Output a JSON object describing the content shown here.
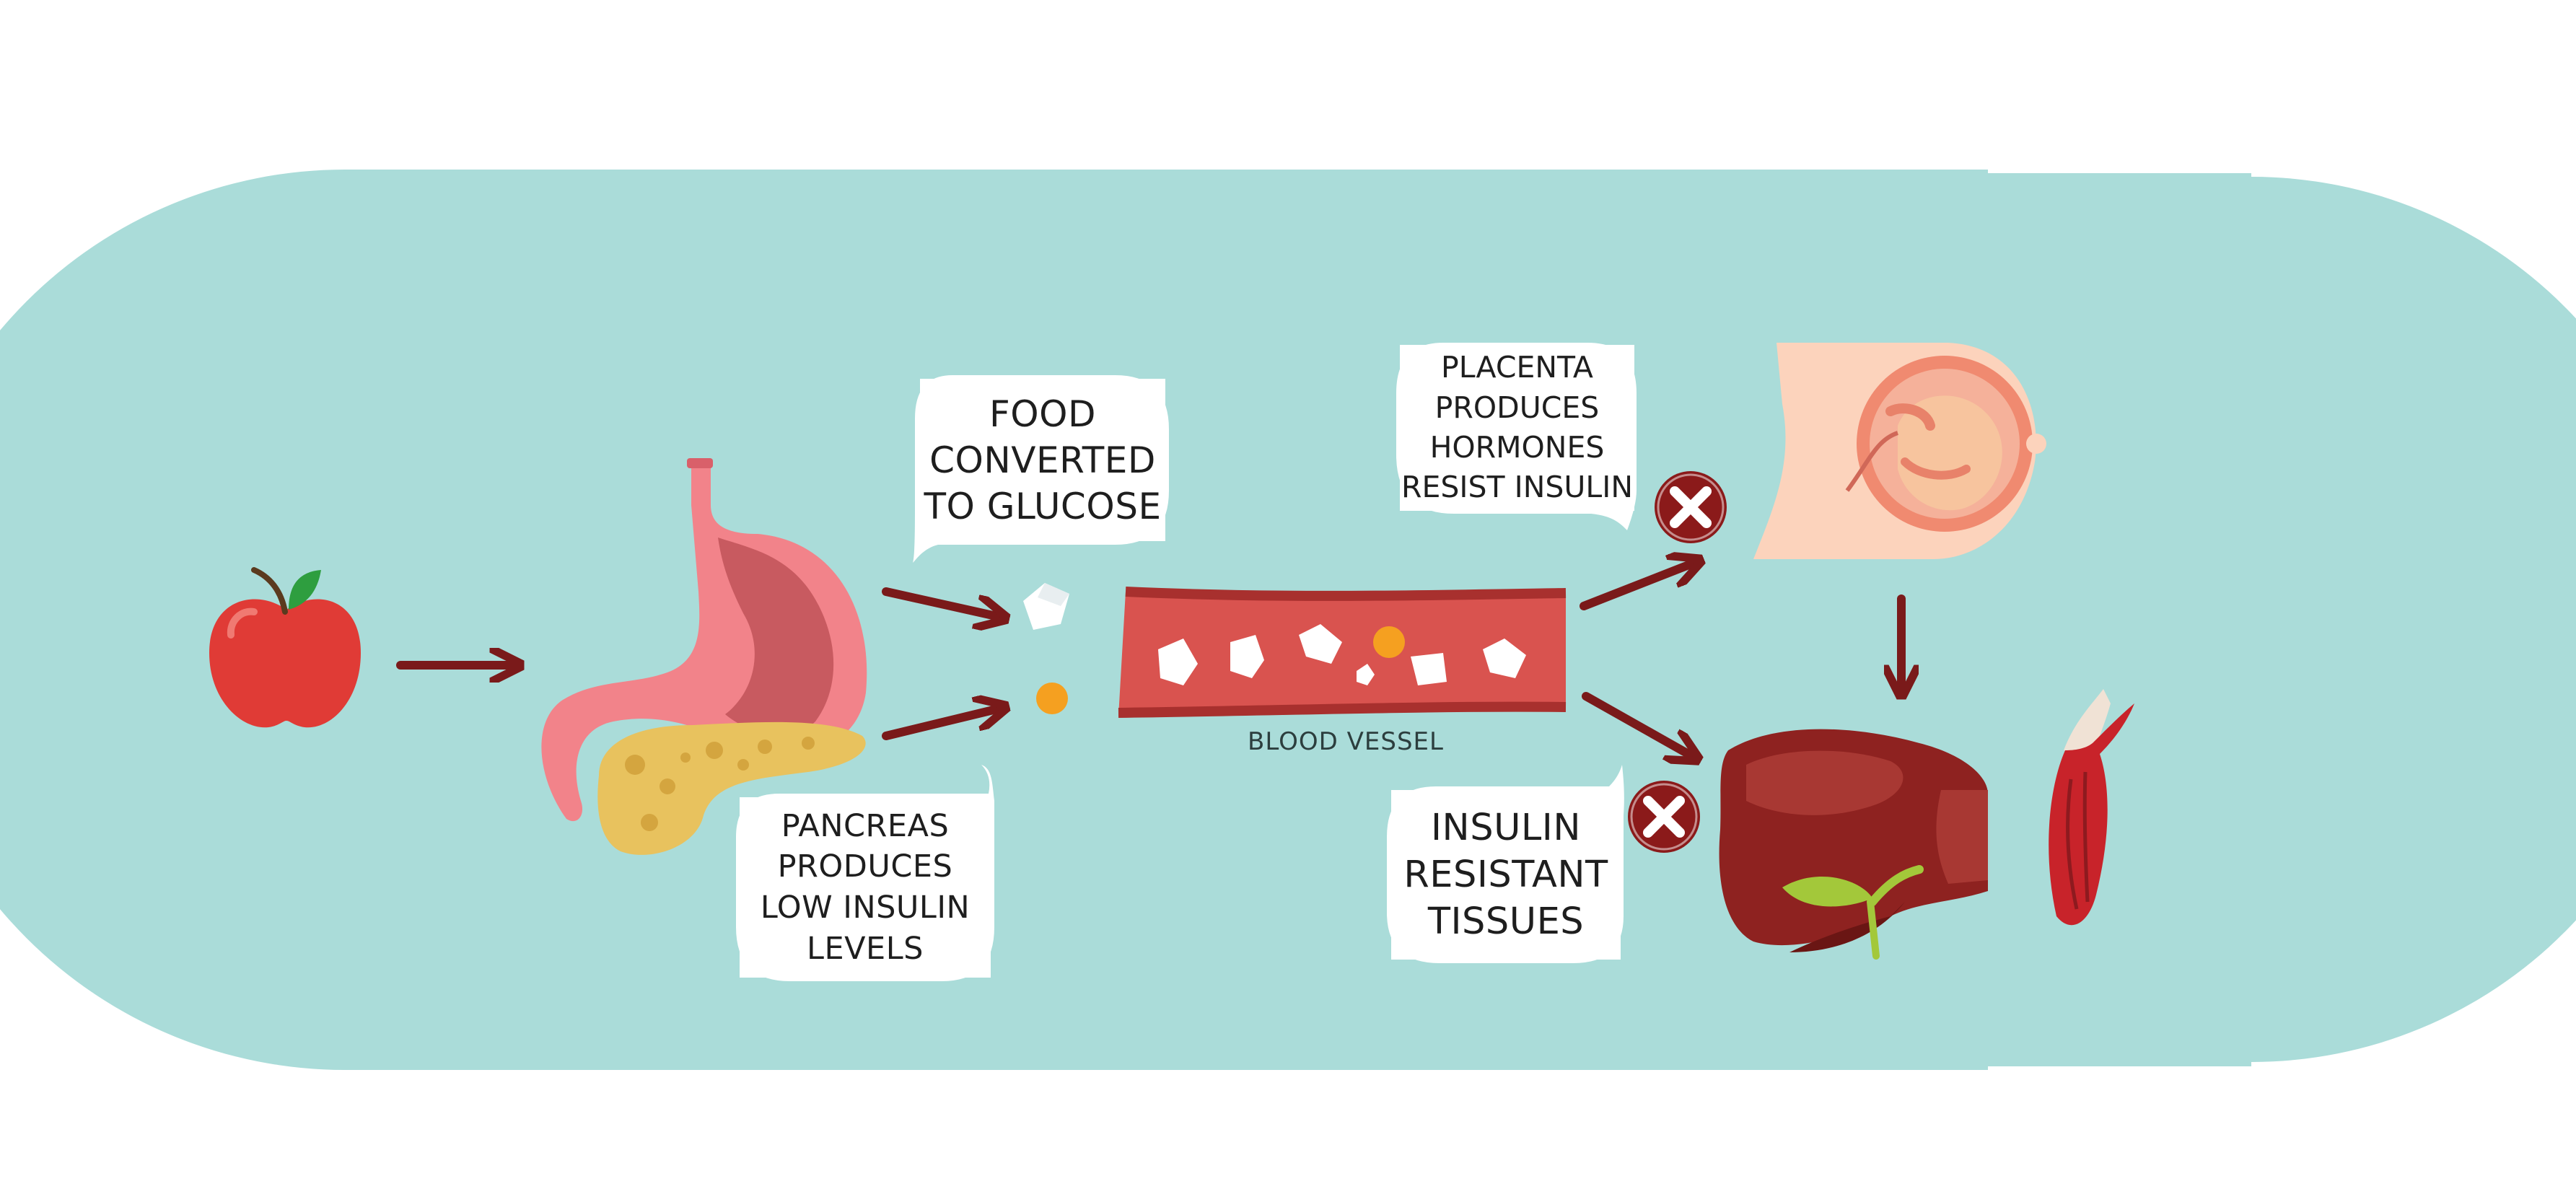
{
  "colors": {
    "background_panel": "#aadcd9",
    "arrow": "#7a1a1a",
    "vessel": "#d9534f",
    "x_badge": "#8b1a1a"
  },
  "callouts": {
    "food_to_glucose": [
      "FOOD",
      "CONVERTED",
      "TO GLUCOSE"
    ],
    "pancreas": [
      "PANCREAS",
      "PRODUCES",
      "LOW INSULIN",
      "LEVELS"
    ],
    "placenta": [
      "PLACENTA",
      "PRODUCES",
      "HORMONES",
      "RESIST INSULIN"
    ],
    "insulin_resistant": [
      "INSULIN",
      "RESISTANT",
      "TISSUES"
    ]
  },
  "blood_vessel_label": "BLOOD VESSEL",
  "icons": [
    "apple-icon",
    "stomach-icon",
    "pancreas-icon",
    "glucose-cube-icon",
    "insulin-dot-icon",
    "blood-vessel-icon",
    "fetus-womb-icon",
    "liver-icon",
    "muscle-icon",
    "x-mark-icon"
  ]
}
